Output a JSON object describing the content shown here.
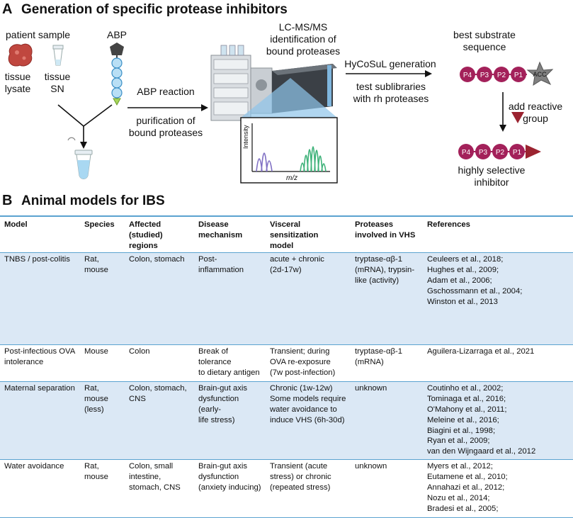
{
  "panel_a": {
    "letter": "A",
    "title": "Generation of specific protease inhibitors",
    "patient_sample": "patient sample",
    "abp": "ABP",
    "tissue_lysate": "tissue\nlysate",
    "tissue_sn": "tissue\nSN",
    "lcms": "LC-MS/MS\nidentification of\nbound proteases",
    "abp_reaction": "ABP reaction",
    "purification": "purification of\nbound proteases",
    "intensity": "Intensity",
    "mz": "m/z",
    "hycosul": "HyCoSuL generation",
    "test_sublibraries": "test sublibraries\nwith rh proteases",
    "best_substrate": "best substrate\nsequence",
    "positions": [
      "P4",
      "P3",
      "P2",
      "P1"
    ],
    "acc": "ACC",
    "add_reactive": "add reactive\ngroup",
    "highly_selective": "highly selective\ninhibitor",
    "colors": {
      "peptide": "#a3215a",
      "star": "#808080",
      "warhead": "#9b2330",
      "peak_purple": "#7f6fc3",
      "peak_green": "#3fb27a"
    }
  },
  "panel_b": {
    "letter": "B",
    "title": "Animal models for IBS",
    "columns": [
      "Model",
      "Species",
      "Affected (studied)\nregions",
      "Disease\nmechanism",
      "Visceral sensitization\nmodel",
      "Proteases\ninvolved in VHS",
      "References"
    ],
    "rows": [
      {
        "cells": [
          "TNBS / post-colitis",
          "Rat, mouse",
          "Colon, stomach",
          "Post-inflammation",
          "acute + chronic\n(2d-17w)",
          "tryptase-αβ-1\n(mRNA), trypsin-\nlike (activity)",
          "Ceuleers et al., 2018;\nHughes et al., 2009;\nAdam et al., 2006;\nGschossmann et al., 2004;\nWinston et al., 2013"
        ]
      },
      {
        "cells": [
          "Post-infectious OVA\nintolerance",
          "Mouse",
          "Colon",
          "Break of tolerance\nto dietary antigen",
          "Transient; during\nOVA re-exposure\n(7w post-infection)",
          "tryptase-αβ-1\n(mRNA)",
          "Aguilera-Lizarraga et al., 2021"
        ]
      },
      {
        "cells": [
          "Maternal separation",
          "Rat,\nmouse (less)",
          "Colon, stomach,\nCNS",
          "Brain-gut axis\ndysfunction (early-\nlife stress)",
          "Chronic (1w-12w)\nSome models require\nwater avoidance to\ninduce VHS (6h-30d)",
          "unknown",
          "Coutinho et al., 2002;\nTominaga et al., 2016;\nO'Mahony et al., 2011;\nMeleine et al., 2016;\nBiagini et al., 1998;\nRyan et al., 2009;\nvan den Wijngaard et al., 2012"
        ]
      },
      {
        "cells": [
          "Water avoidance",
          "Rat, mouse",
          "Colon, small\nintestine,\nstomach, CNS",
          "Brain-gut axis\ndysfunction\n(anxiety inducing)",
          "Transient (acute\nstress) or chronic\n(repeated stress)",
          "unknown",
          "Myers et al., 2012;\nEutamene et al., 2010;\nAnnahazi et al., 2012;\nNozu et al., 2014;\nBradesi et al., 2005;"
        ]
      }
    ]
  }
}
